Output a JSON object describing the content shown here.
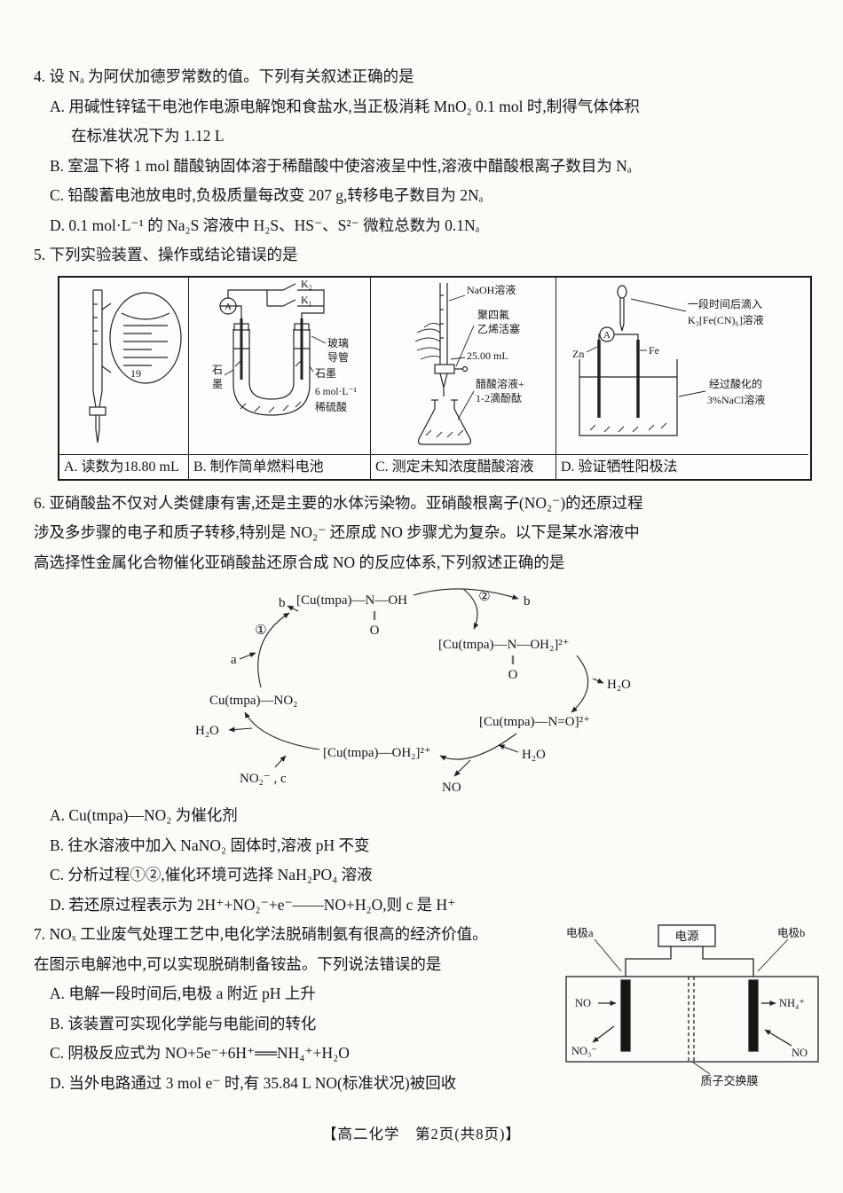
{
  "footer": "【高二化学　第2页(共8页)】",
  "q4": {
    "stem": "4. 设 Nₐ 为阿伏加德罗常数的值。下列有关叙述正确的是",
    "opt_a1": "A. 用碱性锌锰干电池作电源电解饱和食盐水,当正极消耗 MnO₂ 0.1 mol 时,制得气体体积",
    "opt_a2": "在标准状况下为 1.12 L",
    "opt_b": "B. 室温下将 1 mol 醋酸钠固体溶于稀醋酸中使溶液呈中性,溶液中醋酸根离子数目为 Nₐ",
    "opt_c": "C. 铅酸蓄电池放电时,负极质量每改变 207 g,转移电子数目为 2Nₐ",
    "opt_d": "D. 0.1 mol·L⁻¹ 的 Na₂S 溶液中 H₂S、HS⁻、S²⁻ 微粒总数为 0.1Nₐ"
  },
  "q5": {
    "stem": "5. 下列实验装置、操作或结论错误的是",
    "cap_a": "A. 读数为18.80 mL",
    "cap_b": "B. 制作简单燃料电池",
    "cap_c": "C. 测定未知浓度醋酸溶液",
    "cap_d": "D. 验证牺牲阳极法",
    "da": {
      "scale19": "19"
    },
    "db": {
      "ammeter": "A",
      "k2": "K₂",
      "k1": "K₁",
      "glass1": "玻璃",
      "glass2": "导管",
      "graphite_l1": "石",
      "graphite_l2": "墨",
      "graphite_r": "石墨",
      "acid1": "6 mol·L⁻¹",
      "acid2": "稀硫酸"
    },
    "dc": {
      "naoh": "NaOH溶液",
      "ptfe1": "聚四氟",
      "ptfe2": "乙烯活塞",
      "vol": "25.00 mL",
      "acid1": "醋酸溶液+",
      "acid2": "1-2滴酚酞"
    },
    "dd": {
      "drip1": "一段时间后滴入",
      "drip2": "K₃[Fe(CN)₆]溶液",
      "ammeter": "A",
      "zn": "Zn",
      "fe": "Fe",
      "sol1": "经过酸化的",
      "sol2": "3%NaCl溶液"
    }
  },
  "q6": {
    "stem1": "6. 亚硝酸盐不仅对人类健康有害,还是主要的水体污染物。亚硝酸根离子(NO₂⁻)的还原过程",
    "stem2": "涉及多步骤的电子和质子转移,特别是 NO₂⁻ 还原成 NO 步骤尤为复杂。以下是某水溶液中",
    "stem3": "高选择性金属化合物催化亚硝酸盐还原合成 NO 的反应体系,下列叙述正确的是",
    "cycle": {
      "b_left": "b",
      "b_right": "b",
      "step1": "①",
      "step2": "②",
      "a": "a",
      "node_top": "[Cu(tmpa)—N—OH",
      "node_top_bond": "‖",
      "node_top_o": "O",
      "node_right": "[Cu(tmpa)—N—OH₂]²⁺",
      "node_right_bond": "‖",
      "node_right_o": "O",
      "node_no": "[Cu(tmpa)—N=O]²⁺",
      "node_bottom": "[Cu(tmpa)—OH₂]²⁺",
      "node_left": "Cu(tmpa)—NO₂",
      "h2o_right": "H₂O",
      "h2o_mid": "H₂O",
      "h2o_left": "H₂O",
      "no": "NO",
      "c_in": "NO₂⁻ , c"
    },
    "opt_a": "A. Cu(tmpa)—NO₂ 为催化剂",
    "opt_b": "B. 往水溶液中加入 NaNO₂ 固体时,溶液 pH 不变",
    "opt_c": "C. 分析过程①②,催化环境可选择 NaH₂PO₄ 溶液",
    "opt_d": "D. 若还原过程表示为 2H⁺+NO₂⁻+e⁻——NO+H₂O,则 c 是 H⁺"
  },
  "q7": {
    "stem1": "7. NOₓ 工业废气处理工艺中,电化学法脱硝制氨有很高的经济价值。",
    "stem2": "在图示电解池中,可以实现脱硝制备铵盐。下列说法错误的是",
    "opt_a": "A. 电解一段时间后,电极 a 附近 pH 上升",
    "opt_b": "B. 该装置可实现化学能与电能间的转化",
    "opt_c": "C. 阴极反应式为 NO+5e⁻+6H⁺══NH₄⁺+H₂O",
    "opt_d": "D. 当外电路通过 3 mol e⁻ 时,有 35.84 L NO(标准状况)被回收",
    "dg": {
      "electrode_a": "电极a",
      "power": "电源",
      "electrode_b": "电极b",
      "no_l": "NO",
      "no3": "NO₃⁻",
      "nh4": "NH₄⁺",
      "no_r": "NO",
      "membrane": "质子交换膜"
    }
  }
}
